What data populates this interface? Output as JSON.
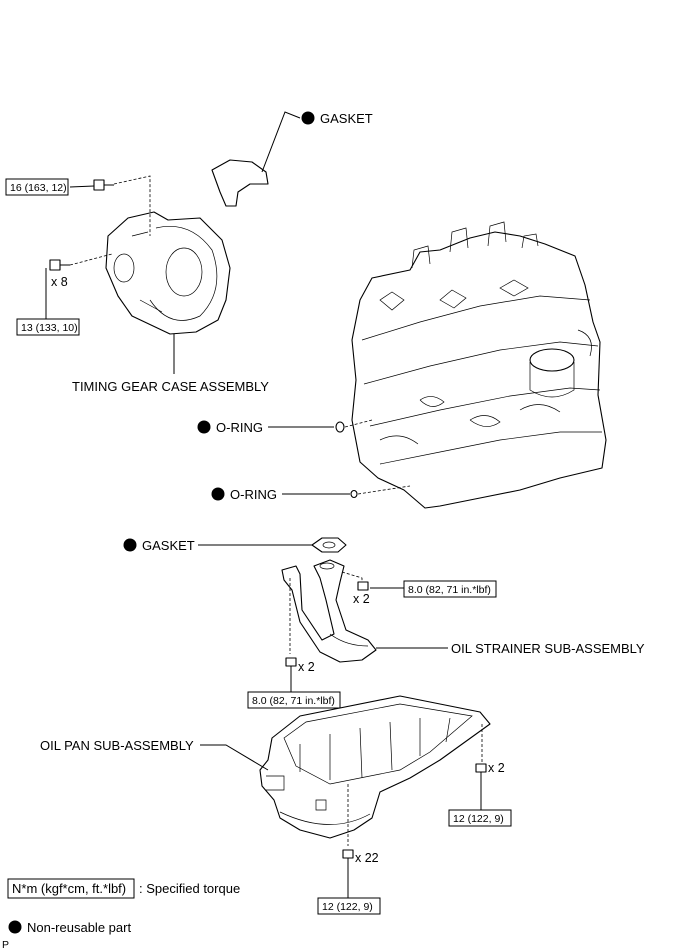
{
  "labels": {
    "gasket_top": "GASKET",
    "timing_gear_case": "TIMING GEAR CASE ASSEMBLY",
    "o_ring_1": "O-RING",
    "o_ring_2": "O-RING",
    "gasket_mid": "GASKET",
    "oil_strainer": "OIL STRAINER SUB-ASSEMBLY",
    "oil_pan": "OIL PAN SUB-ASSEMBLY"
  },
  "torques": {
    "t1": "16 (163, 12)",
    "t2": "13 (133, 10)",
    "t3": "8.0 (82, 71 in.*lbf)",
    "t4": "8.0 (82, 71 in.*lbf)",
    "t5": "12 (122, 9)",
    "t6": "12 (122, 9)"
  },
  "quantities": {
    "q1": "x 8",
    "q2": "x 2",
    "q3": "x 2",
    "q4": "x 2",
    "q5": "x 22"
  },
  "legend": {
    "torque_box": "N*m (kgf*cm, ft.*lbf)",
    "torque_text": ": Specified torque",
    "nonreusable_text": "Non-reusable part"
  },
  "footer_code": "P"
}
